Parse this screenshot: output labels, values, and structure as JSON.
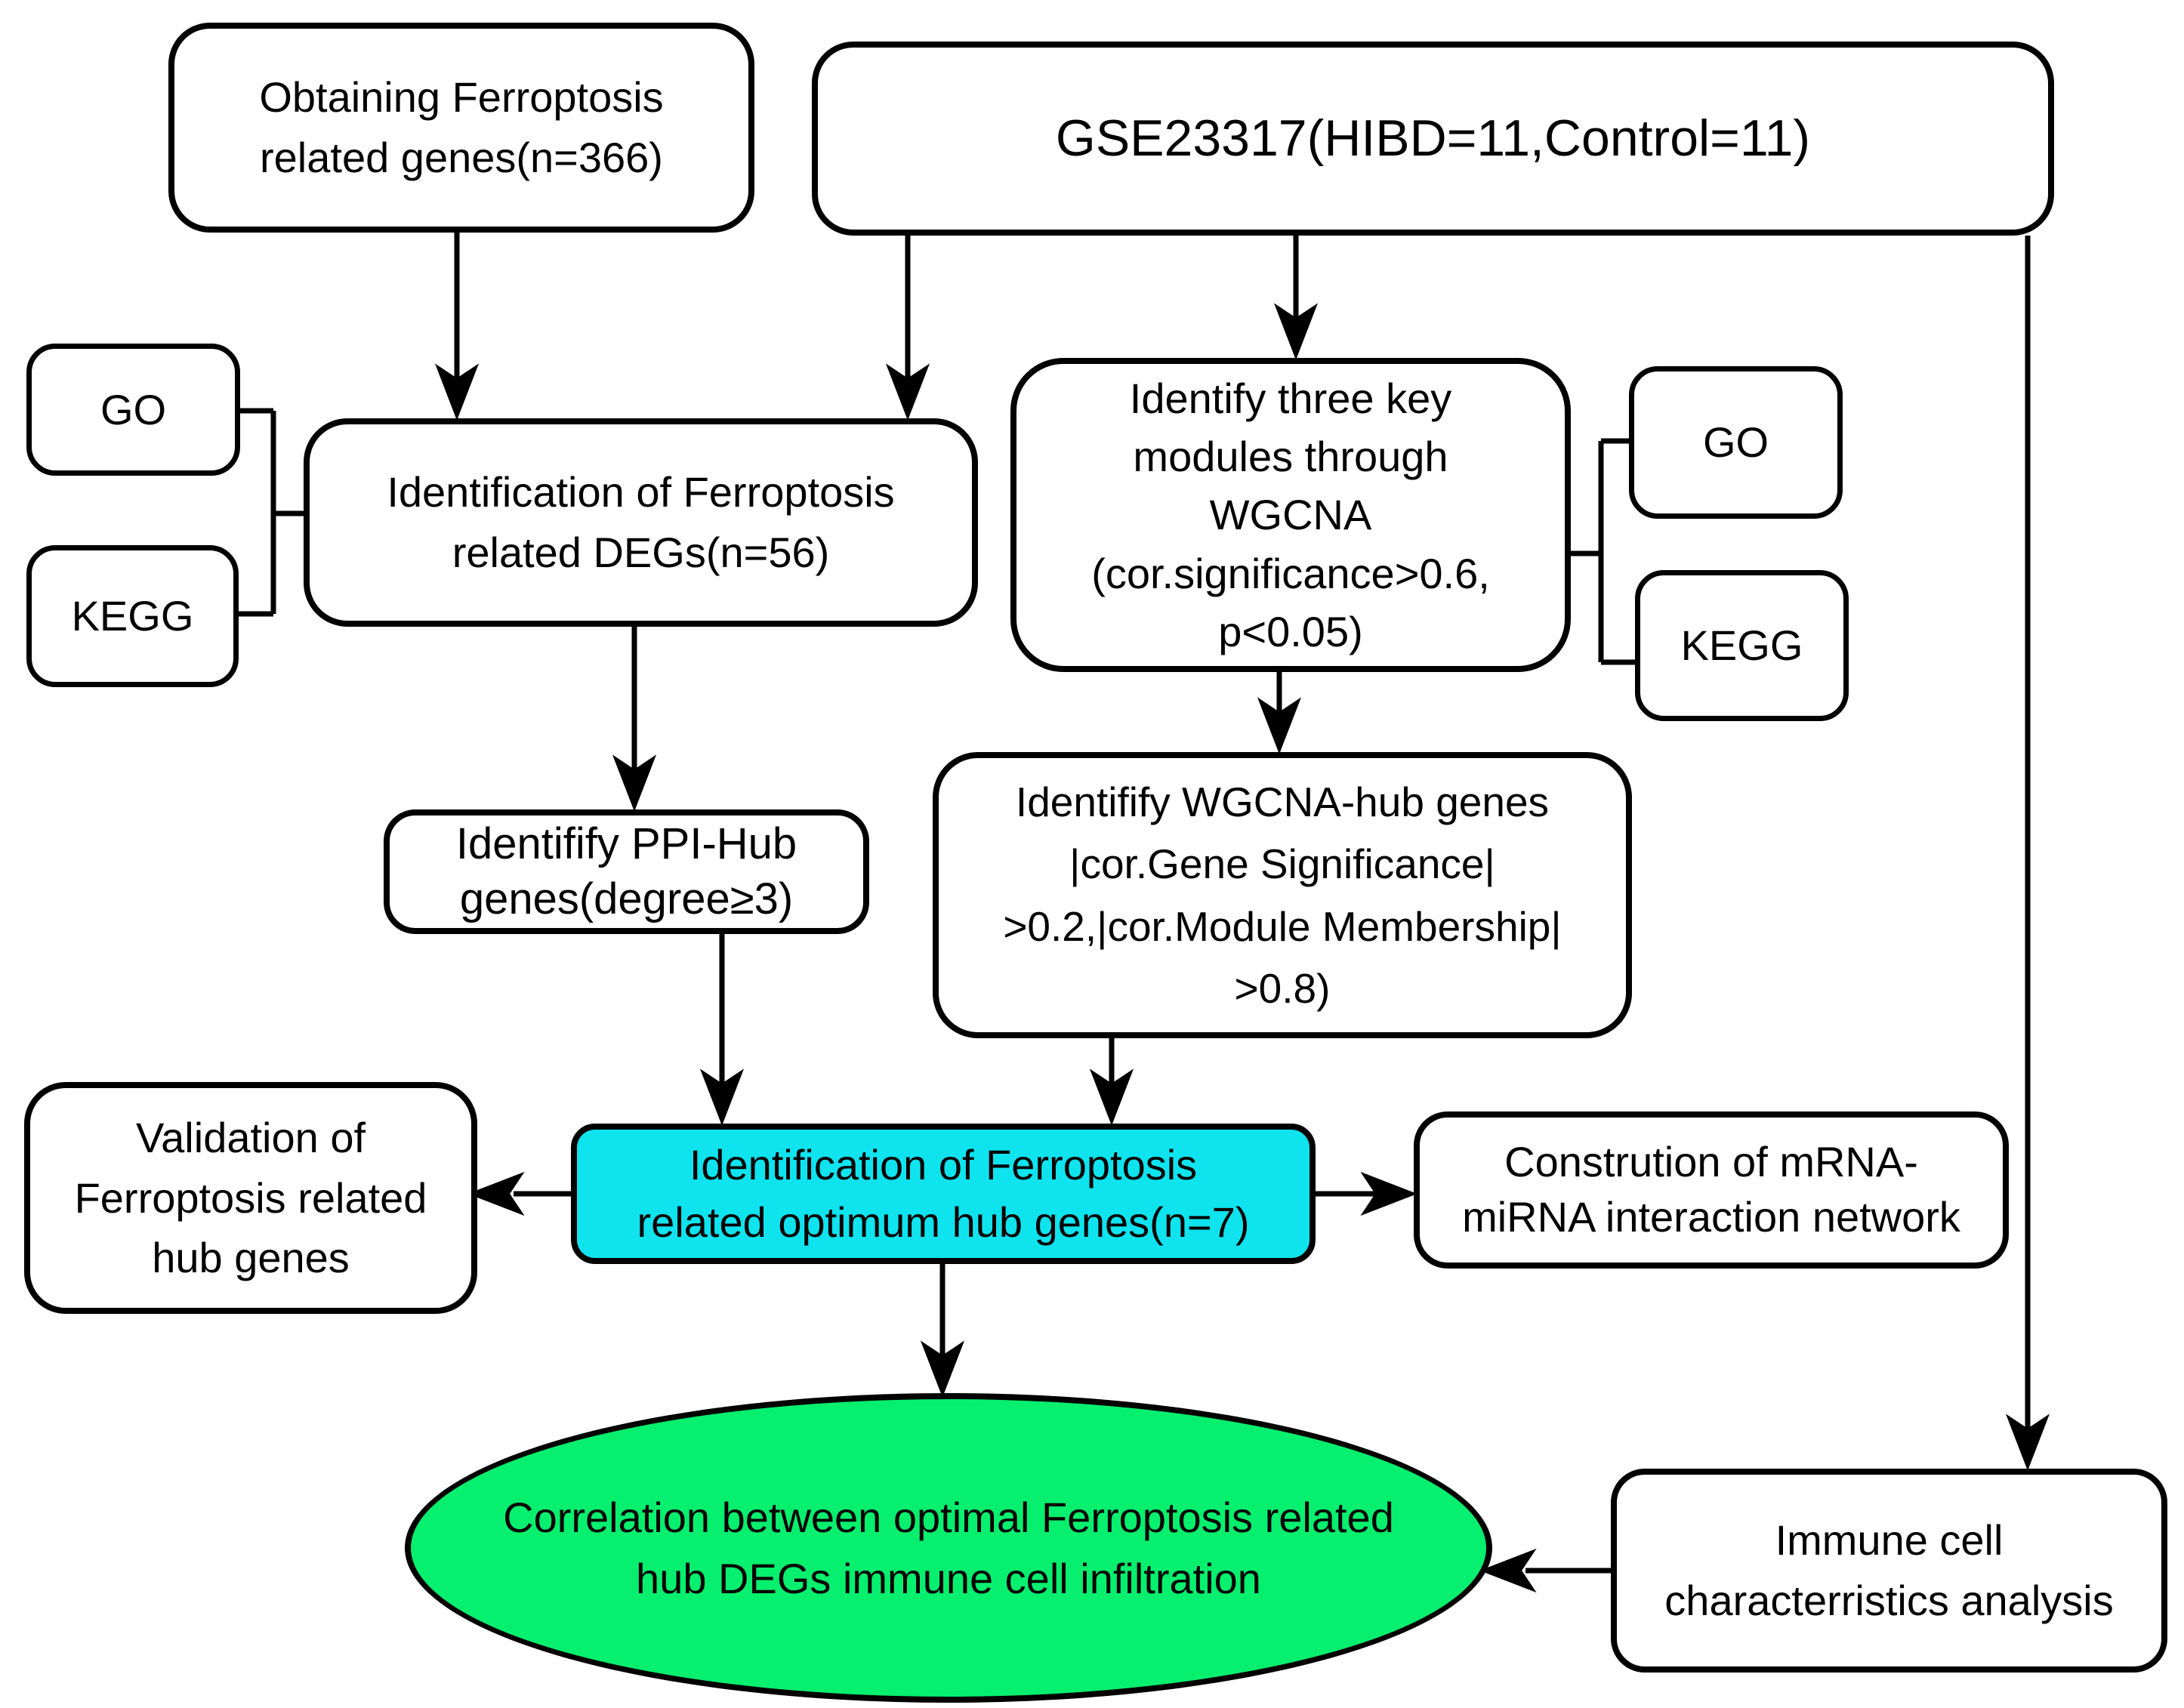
{
  "figure": {
    "type": "flowchart",
    "background": "#ffffff",
    "colors": {
      "box_border": "#000000",
      "box_fill": "#ffffff",
      "highlight_cyan": "#0fe3ee",
      "highlight_green": "#06ef6e",
      "text": "#000000"
    }
  },
  "nodes": {
    "obtaining": {
      "label": "Obtaining Ferroptosis\nrelated genes(n=366)"
    },
    "gse": {
      "label": "GSE23317(HIBD=11,Control=11)"
    },
    "go_left": {
      "label": "GO"
    },
    "kegg_left": {
      "label": "KEGG"
    },
    "deg": {
      "label": "Identification of Ferroptosis\nrelated DEGs(n=56)"
    },
    "wgcna": {
      "label": "Identify three key\nmodules through\nWGCNA\n(cor.significance>0.6,\np<0.05)"
    },
    "go_right": {
      "label": "GO"
    },
    "kegg_right": {
      "label": "KEGG"
    },
    "ppi": {
      "label": "Identifify PPI-Hub\ngenes(degree≥3)"
    },
    "wgcna_hub": {
      "label": "Identifify WGCNA-hub genes\n|cor.Gene  Significance|\n>0.2,|cor.Module Membership|\n>0.8)"
    },
    "validation": {
      "label": "Validation of\nFerroptosis related\nhub genes"
    },
    "optimum": {
      "label": "Identification of Ferroptosis\nrelated optimum  hub genes(n=7)"
    },
    "mrna": {
      "label": "Constrution of mRNA-\nmiRNA interaction network"
    },
    "ellipse": {
      "label": "Correlation between optimal Ferroptosis related\nhub DEGs immune cell infiltration"
    },
    "immune": {
      "label": "Immune cell\ncharacterristics analysis"
    }
  }
}
